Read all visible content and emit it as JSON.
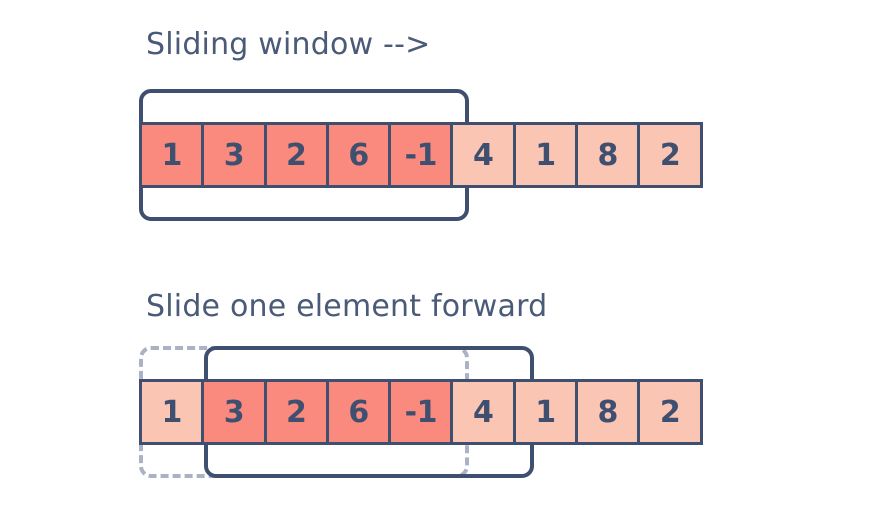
{
  "page": {
    "background_color": "#ffffff",
    "accent_active_color": "#fa8a7e",
    "accent_inactive_color": "#fbc5b4",
    "stroke_color": "#3f4f70",
    "dashed_stroke_color": "#a9b3c5",
    "text_color": "#4a5a78"
  },
  "diagram": {
    "steps": [
      {
        "title": "Sliding window -->",
        "array": [
          {
            "value": "1",
            "state": "in-window"
          },
          {
            "value": "3",
            "state": "in-window"
          },
          {
            "value": "2",
            "state": "in-window"
          },
          {
            "value": "6",
            "state": "in-window"
          },
          {
            "value": "-1",
            "state": "in-window"
          },
          {
            "value": "4",
            "state": "out-window"
          },
          {
            "value": "1",
            "state": "out-window"
          },
          {
            "value": "8",
            "state": "out-window"
          },
          {
            "value": "2",
            "state": "out-window"
          }
        ],
        "windows": [
          {
            "style": "solid",
            "start_index": 0,
            "end_index": 4,
            "label": "current-window"
          }
        ]
      },
      {
        "title": "Slide one element forward",
        "array": [
          {
            "value": "1",
            "state": "out-window"
          },
          {
            "value": "3",
            "state": "in-window"
          },
          {
            "value": "2",
            "state": "in-window"
          },
          {
            "value": "6",
            "state": "in-window"
          },
          {
            "value": "-1",
            "state": "in-window"
          },
          {
            "value": "4",
            "state": "out-window"
          },
          {
            "value": "1",
            "state": "out-window"
          },
          {
            "value": "8",
            "state": "out-window"
          },
          {
            "value": "2",
            "state": "out-window"
          }
        ],
        "windows": [
          {
            "style": "dashed",
            "start_index": 0,
            "end_index": 4,
            "label": "previous-window"
          },
          {
            "style": "solid",
            "start_index": 1,
            "end_index": 5,
            "label": "current-window"
          }
        ]
      }
    ]
  }
}
